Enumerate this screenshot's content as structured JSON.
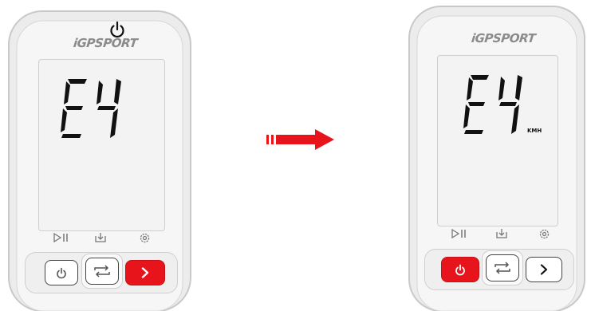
{
  "devices": [
    {
      "brand": "iGPSPORT",
      "display_text": "E4",
      "unit_text": "",
      "power_hint_shown": true,
      "highlighted_button": "next",
      "buttons": [
        "power",
        "cycle",
        "next"
      ]
    },
    {
      "brand": "iGPSPORT",
      "display_text": "E4",
      "unit_text": "KMH",
      "power_hint_shown": false,
      "highlighted_button": "power",
      "buttons": [
        "power",
        "cycle",
        "next"
      ]
    }
  ],
  "transition_arrow": {
    "color": "#e8141c",
    "direction": "right"
  },
  "colors": {
    "highlight": "#e8141c",
    "shell": "#ececec",
    "screen": "#f3f3f3"
  },
  "screen_icons": [
    "play-pause-icon",
    "download-icon",
    "settings-icon"
  ]
}
